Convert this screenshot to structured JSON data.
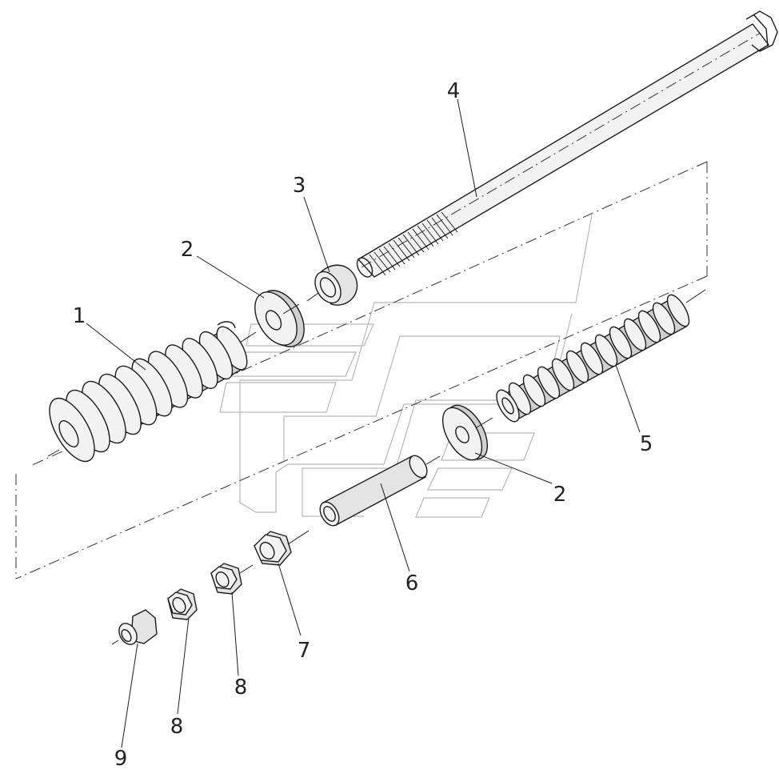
{
  "colors": {
    "ink": "#1c1c1c",
    "metal_shade": "#d0d0d0",
    "logo": "#b8b8b8"
  },
  "callouts": [
    {
      "id": "spring-large",
      "label": "1"
    },
    {
      "id": "washer-left",
      "label": "2"
    },
    {
      "id": "cup",
      "label": "3"
    },
    {
      "id": "long-bolt",
      "label": "4"
    },
    {
      "id": "spring-small",
      "label": "5"
    },
    {
      "id": "washer-right",
      "label": "2"
    },
    {
      "id": "sleeve",
      "label": "6"
    },
    {
      "id": "hex-nut-large",
      "label": "7"
    },
    {
      "id": "hex-nut-mid",
      "label": "8"
    },
    {
      "id": "hex-nut-small",
      "label": "8"
    },
    {
      "id": "flange-nut",
      "label": "9"
    }
  ]
}
